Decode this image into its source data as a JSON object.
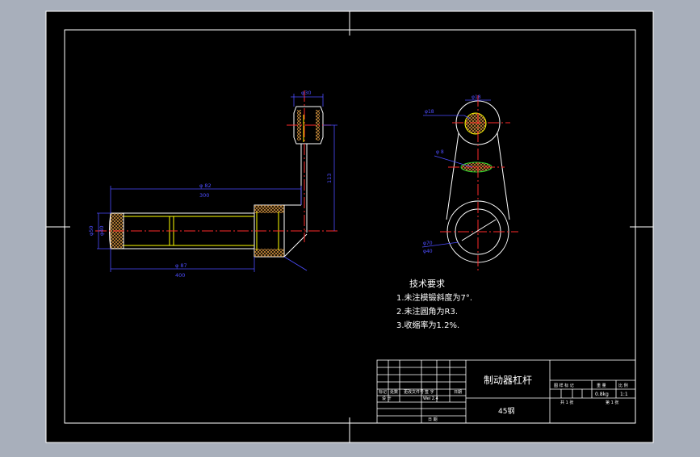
{
  "drawing": {
    "title": "制动器杠杆",
    "material": "45钢",
    "tech_heading": "技术要求",
    "tech_items": [
      "1.未注模锻斜度为7°.",
      "2.未注圆角为R3.",
      "3.收缩率为1.2%."
    ],
    "dims": {
      "d_top": "φ30",
      "d_top_hole": "φ18",
      "len_upper": "φ 82",
      "len_upper_sub": "300",
      "len_lower": "φ 87",
      "len_lower_sub": "400",
      "height_right": "113",
      "left_v1": "φ50",
      "left_v2": "φ40",
      "r_top": "φ18",
      "r_mid": "φ 8",
      "r_bottom": "φ70",
      "r_bottom_sub": "φ40"
    },
    "title_block": {
      "weight": "0.8kg",
      "ratio": "1:1",
      "sheet": "第 1 张",
      "sheets_total": "共 1 张",
      "stage_label": "图 样 标 记",
      "weight_label": "重 量",
      "ratio_label": "比 例",
      "sign_cols": [
        "标记",
        "处数",
        "更改文件号",
        "签 字",
        "日期"
      ],
      "designer_label": "设 计",
      "designer_value": "Wei 2.4",
      "date_label": "日 期"
    }
  },
  "colors": {
    "frame": "#ffffff",
    "outline": "#ffffff",
    "dimension": "#4d4dff",
    "center": "#ff2a2a",
    "yellow": "#ffff00",
    "hatch": "#c88a3a",
    "green": "#2bd12b"
  }
}
